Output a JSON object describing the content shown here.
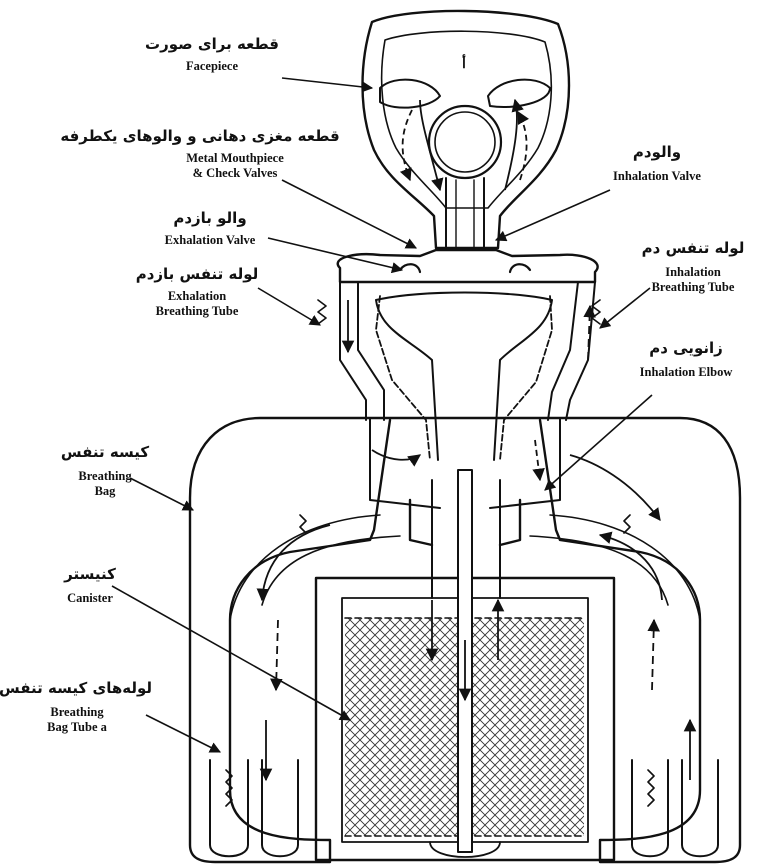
{
  "labels": {
    "facepiece": {
      "fa": "قطعه برای صورت",
      "en": "Facepiece"
    },
    "mouthpiece": {
      "fa": "قطعه مغزی دهانی و والوهای یکطرفه",
      "en_line1": "Metal Mouthpiece",
      "en_line2": "& Check Valves"
    },
    "exhalation_valve": {
      "fa": "والو بازدم",
      "en": "Exhalation Valve"
    },
    "exhalation_tube": {
      "fa": "لوله تنفس بازدم",
      "en_line1": "Exhalation",
      "en_line2": "Breathing Tube"
    },
    "inhalation_valve": {
      "fa": "والودم",
      "en": "Inhalation Valve"
    },
    "inhalation_tube": {
      "fa": "لوله تنفس دم",
      "en_line1": "Inhalation",
      "en_line2": "Breathing Tube"
    },
    "inhalation_elbow": {
      "fa": "زانویی دم",
      "en": "Inhalation Elbow"
    },
    "breathing_bag": {
      "fa": "کیسه تنفس",
      "en_line1": "Breathing",
      "en_line2": "Bag"
    },
    "canister": {
      "fa": "کنیستر",
      "en": "Canister"
    },
    "bag_tube": {
      "fa": "لوله‌های کیسه تنفس",
      "en_line1": "Breathing",
      "en_line2": "Bag Tube a"
    }
  },
  "annotations": {
    "face_mark": "أ"
  },
  "colors": {
    "ink": "#111111",
    "paper": "#ffffff",
    "hatch": "#333333"
  }
}
